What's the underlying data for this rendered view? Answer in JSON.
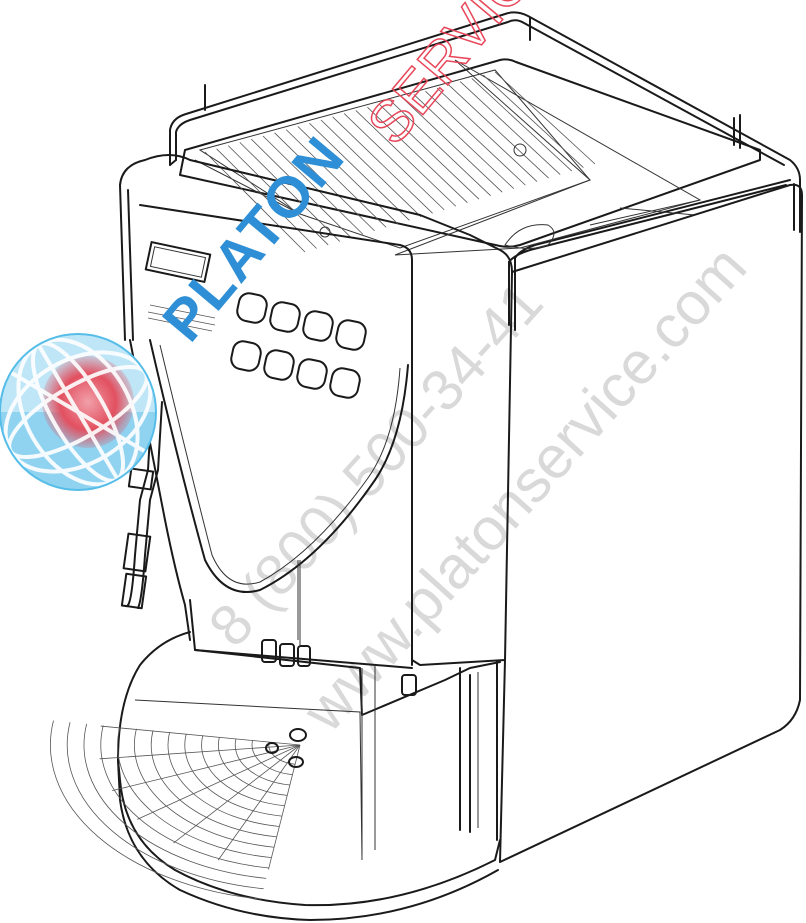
{
  "watermark": {
    "brand": "PLATON",
    "service": "SERVICE",
    "phone": "8 (800) 500-34-41",
    "url": "www.platonservice.com"
  },
  "colors": {
    "brand_blue": "#2e8fd6",
    "service_red": "#e8475a",
    "globe_blue": "#56bde8",
    "globe_red": "#e25060",
    "watermark_gray": "#d9d9d9",
    "ink": "#1a1a1a"
  },
  "icons": [
    "globe-logo-icon"
  ]
}
